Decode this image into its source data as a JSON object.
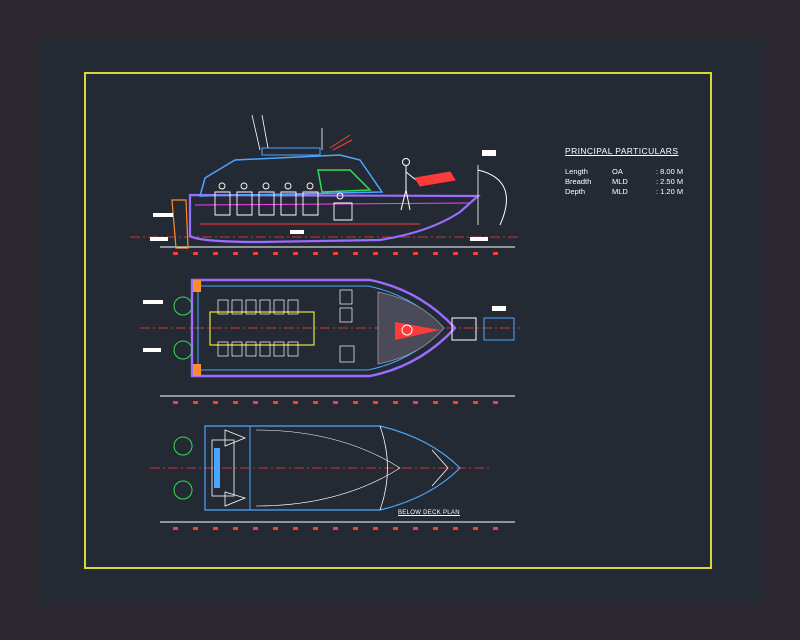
{
  "particulars": {
    "title": "PRINCIPAL PARTICULARS",
    "rows": [
      {
        "label": "Length",
        "code": "OA",
        "value": ": 8.00 M"
      },
      {
        "label": "Breadth",
        "code": "MLD",
        "value": ": 2.50 M"
      },
      {
        "label": "Depth",
        "code": "MLD",
        "value": ": 1.20 M"
      }
    ]
  },
  "views": {
    "below_deck_label": "BELOW DECK PLAN"
  },
  "colors": {
    "background": "#242a33",
    "frame": "#d7d73a",
    "hull": "#9a6cff",
    "deck": "#4aa6ff",
    "centerline": "#ff3a3a",
    "text": "#ffffff"
  }
}
